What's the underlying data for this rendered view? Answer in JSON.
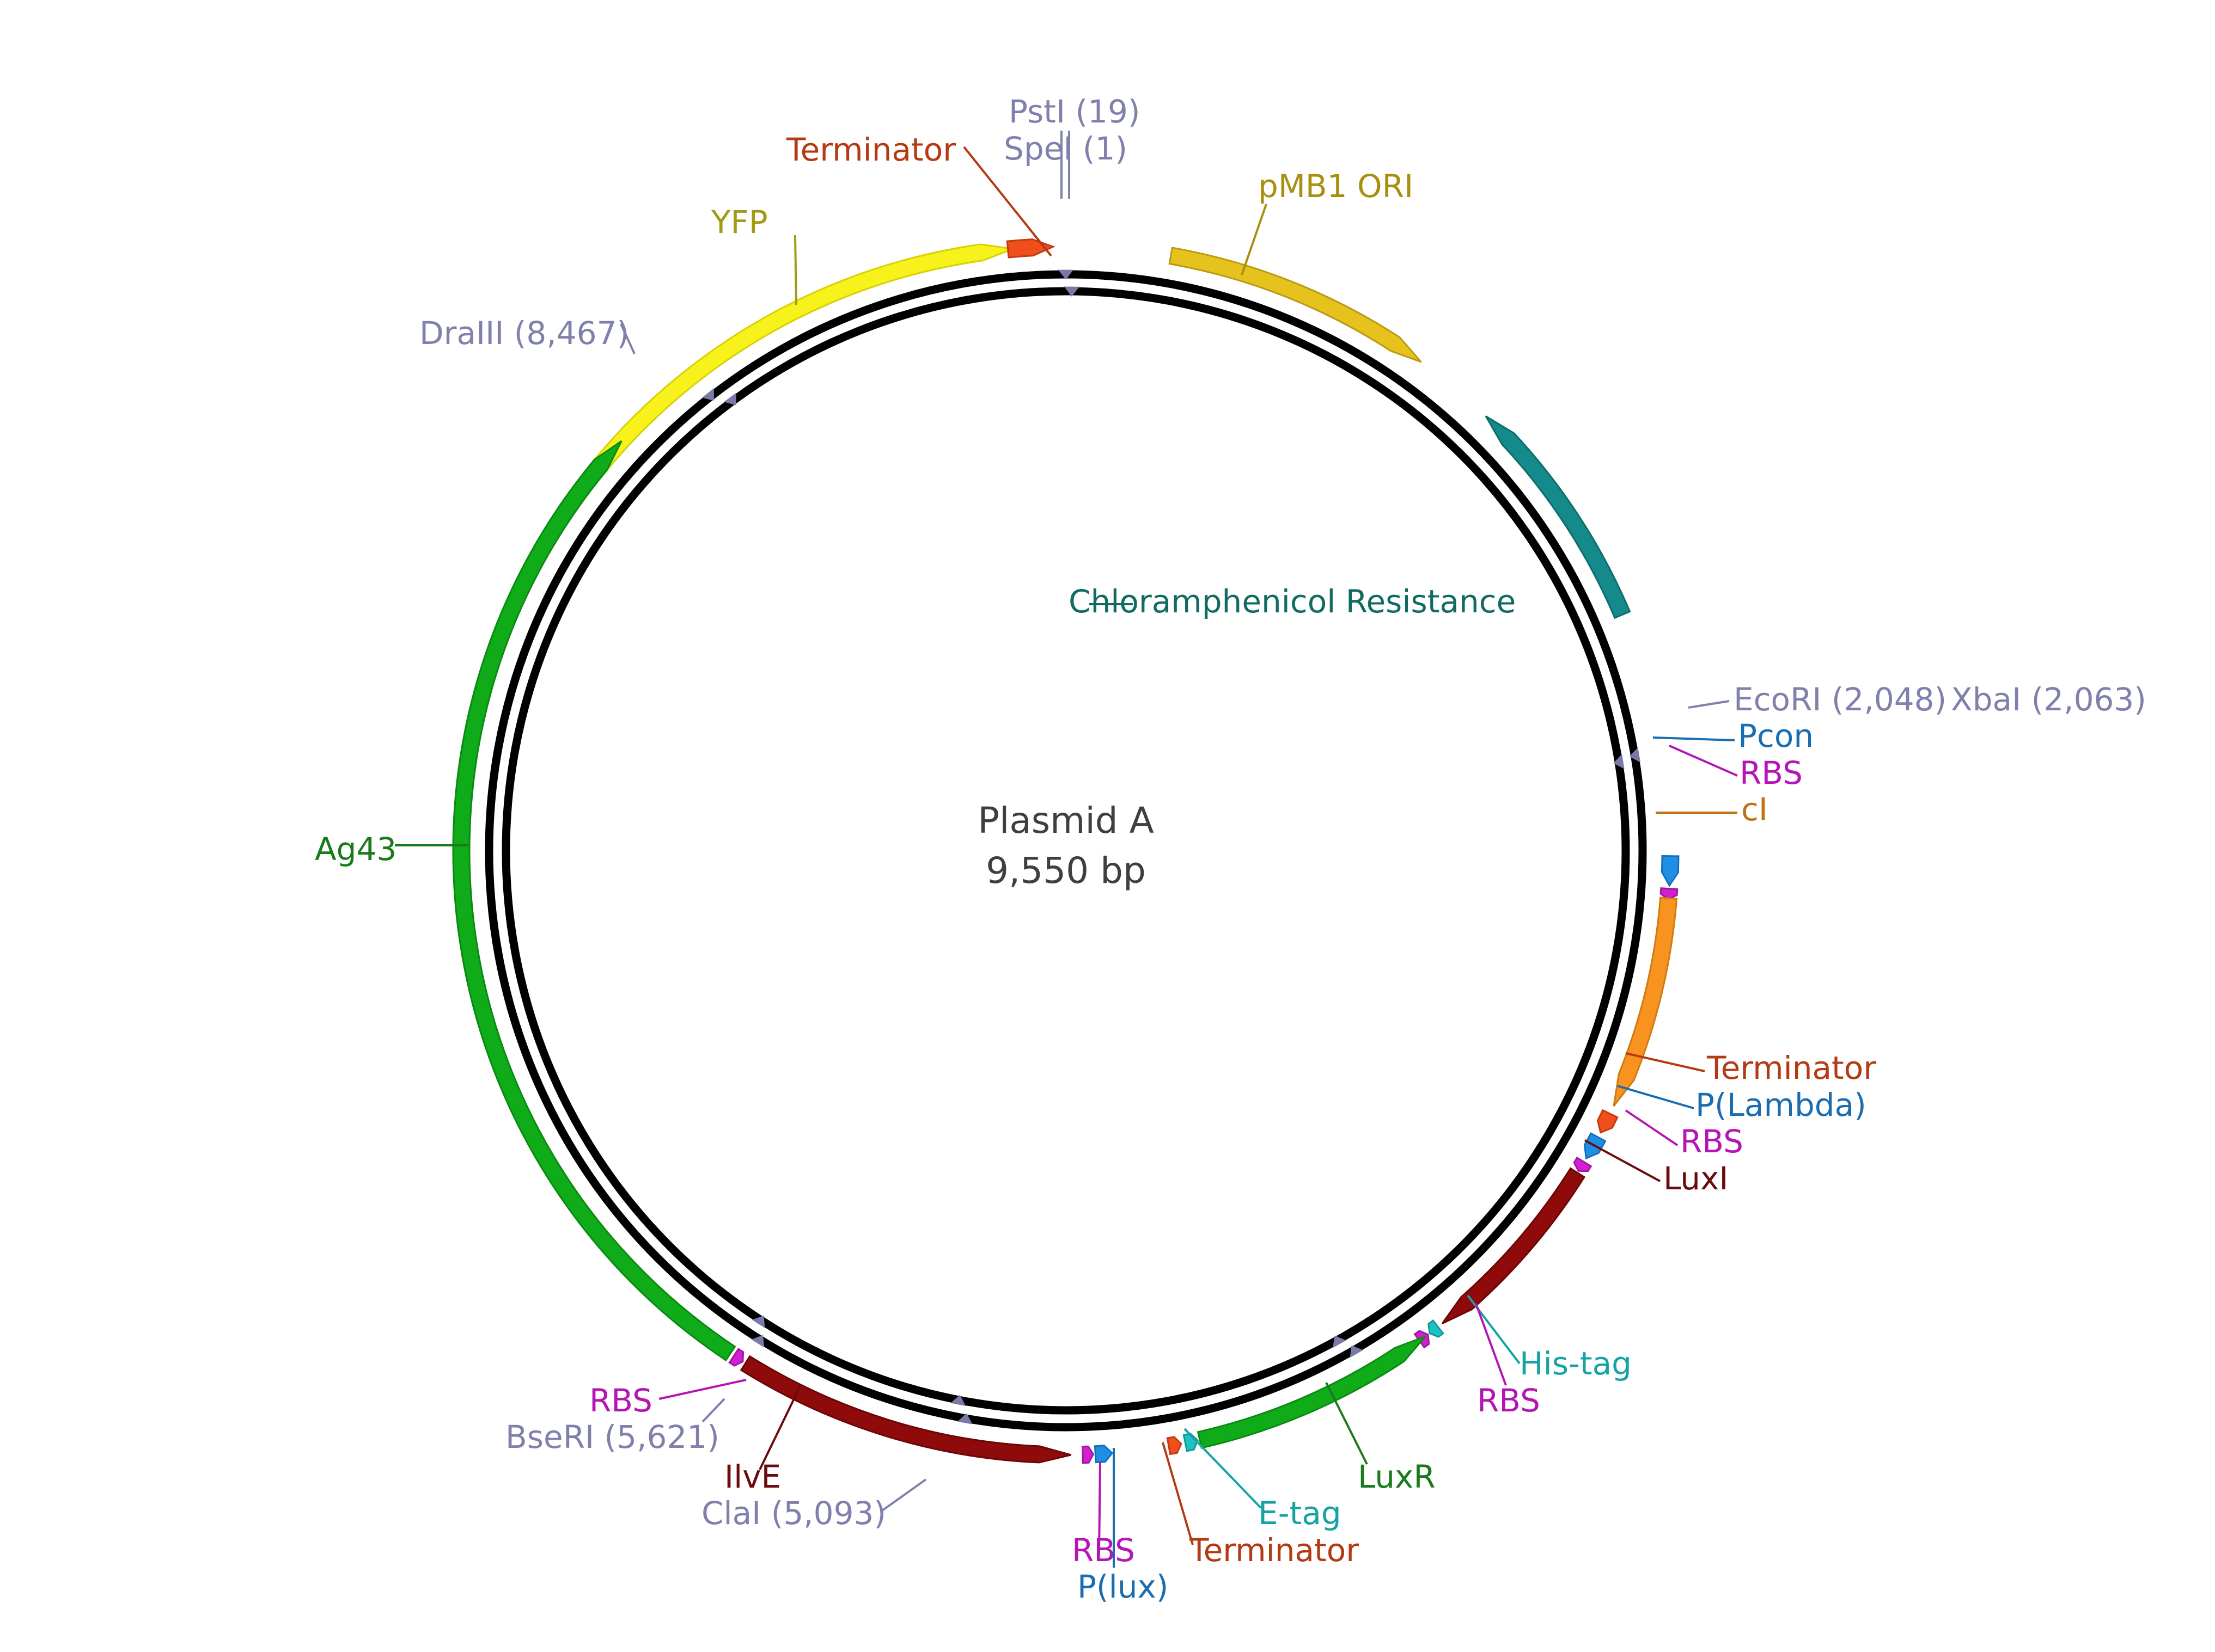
{
  "plasmid": {
    "name": "Plasmid A",
    "length_label": "9,550 bp"
  },
  "features": [
    {
      "name": "YFP",
      "start_angle": -51,
      "end_angle": -5,
      "dir": "cw",
      "color": "#f7f21c",
      "edge": "#d9d000",
      "label": "YFP",
      "label_color": "#a39a17"
    },
    {
      "name": "Terminator",
      "start_angle": -5.5,
      "end_angle": -1.2,
      "dir": "cw",
      "color": "#f04e1b",
      "edge": "#c23a10",
      "label": "Terminator",
      "label_color": "#b33a12"
    },
    {
      "name": "pMB1 ORI",
      "start_angle": 10,
      "end_angle": 36,
      "dir": "cw",
      "color": "#e6c21d",
      "edge": "#b99a10",
      "label": "pMB1 ORI",
      "label_color": "#a8900f"
    },
    {
      "name": "Chloramphenicol Resistance",
      "start_angle": 67,
      "end_angle": 44,
      "dir": "ccw",
      "color": "#148a8a",
      "edge": "#0c6b6b",
      "label": "Chloramphenicol Resistance",
      "label_color": "#116b62"
    },
    {
      "name": "Pcon",
      "start_angle": 90.5,
      "end_angle": 93.3,
      "dir": "cw",
      "color": "#1f8fe6",
      "edge": "#1570b8",
      "label": "Pcon",
      "label_color": "#1a6db0"
    },
    {
      "name": "RBS",
      "start_angle": 93.6,
      "end_angle": 94.6,
      "dir": "cw",
      "color": "#d21fd2",
      "edge": "#a017a0",
      "label": "RBS",
      "label_color": "#b515b5"
    },
    {
      "name": "cI",
      "start_angle": 94.5,
      "end_angle": 115,
      "dir": "cw",
      "color": "#f7931e",
      "edge": "#d07a10",
      "label": "cI",
      "label_color": "#c07112"
    },
    {
      "name": "Terminator",
      "start_angle": 115.8,
      "end_angle": 117.8,
      "dir": "cw",
      "color": "#f04e1b",
      "edge": "#c23a10",
      "label": "Terminator",
      "label_color": "#b33a12"
    },
    {
      "name": "P(Lambda)",
      "start_angle": 118.3,
      "end_angle": 120.6,
      "dir": "cw",
      "color": "#1f8fe6",
      "edge": "#1570b8",
      "label": "P(Lambda)",
      "label_color": "#1a6db0"
    },
    {
      "name": "RBS",
      "start_angle": 121,
      "end_angle": 122,
      "dir": "cw",
      "color": "#d21fd2",
      "edge": "#a017a0",
      "label": "RBS",
      "label_color": "#b515b5"
    },
    {
      "name": "LuxI",
      "start_angle": 122.2,
      "end_angle": 141.5,
      "dir": "cw",
      "color": "#8f0a0a",
      "edge": "#6b0606",
      "label": "LuxI",
      "label_color": "#6b0a0a"
    },
    {
      "name": "His-tag",
      "start_angle": 142,
      "end_angle": 143,
      "dir": "cw",
      "color": "#1fc2c2",
      "edge": "#119999",
      "label": "His-tag",
      "label_color": "#15a3a3"
    },
    {
      "name": "RBS",
      "start_angle": 143.2,
      "end_angle": 144.2,
      "dir": "ccw",
      "color": "#d21fd2",
      "edge": "#a017a0",
      "label": "RBS",
      "label_color": "#b515b5"
    },
    {
      "name": "LuxR",
      "start_angle": 143.5,
      "end_angle": 167.2,
      "dir": "ccw",
      "color": "#0fab18",
      "edge": "#0a8a10",
      "label": "LuxR",
      "label_color": "#1a7a1a"
    },
    {
      "name": "E-tag",
      "start_angle": 167.4,
      "end_angle": 168.6,
      "dir": "ccw",
      "color": "#1fc2c2",
      "edge": "#119999",
      "label": "E-tag",
      "label_color": "#15a3a3"
    },
    {
      "name": "Terminator",
      "start_angle": 169,
      "end_angle": 170.2,
      "dir": "ccw",
      "color": "#f04e1b",
      "edge": "#c23a10",
      "label": "Terminator",
      "label_color": "#b33a12"
    },
    {
      "name": "P(lux)",
      "start_angle": 175.6,
      "end_angle": 177.2,
      "dir": "ccw",
      "color": "#1f8fe6",
      "edge": "#1570b8",
      "label": "P(lux)",
      "label_color": "#1a6db0"
    },
    {
      "name": "RBS",
      "start_angle": 177.4,
      "end_angle": 178.4,
      "dir": "ccw",
      "color": "#d21fd2",
      "edge": "#a017a0",
      "label": "RBS",
      "label_color": "#b515b5"
    },
    {
      "name": "IlvE",
      "start_angle": 179.5,
      "end_angle": 212,
      "dir": "ccw",
      "color": "#8f0a0a",
      "edge": "#6b0606",
      "label": "IlvE",
      "label_color": "#6b0a0a"
    },
    {
      "name": "RBS",
      "start_angle": 212.3,
      "end_angle": 213.3,
      "dir": "ccw",
      "color": "#d21fd2",
      "edge": "#a017a0",
      "label": "RBS",
      "label_color": "#b515b5"
    },
    {
      "name": "Ag43",
      "start_angle": 213.7,
      "end_angle": 312.7,
      "dir": "cw",
      "color": "#0fab18",
      "edge": "#0a8a10",
      "label": "Ag43",
      "label_color": "#1a7a1a"
    }
  ],
  "sites": [
    {
      "name": "PstI (19)",
      "label": "PstI (19)"
    },
    {
      "name": "SpeI (1)",
      "label": "SpeI (1)"
    },
    {
      "name": "EcoRI (2,048)",
      "label": "EcoRI (2,048)"
    },
    {
      "name": "XbaI (2,063)",
      "label": "XbaI (2,063)"
    },
    {
      "name": "DraIII (8,467)",
      "label": "DraIII (8,467)"
    },
    {
      "name": "BseRI (5,621)",
      "label": "BseRI (5,621)"
    },
    {
      "name": "ClaI (5,093)",
      "label": "ClaI (5,093)"
    }
  ],
  "colors": {
    "backbone": "#000000",
    "site_label": "#8080ac",
    "site_marker": "#7a7aa8"
  }
}
